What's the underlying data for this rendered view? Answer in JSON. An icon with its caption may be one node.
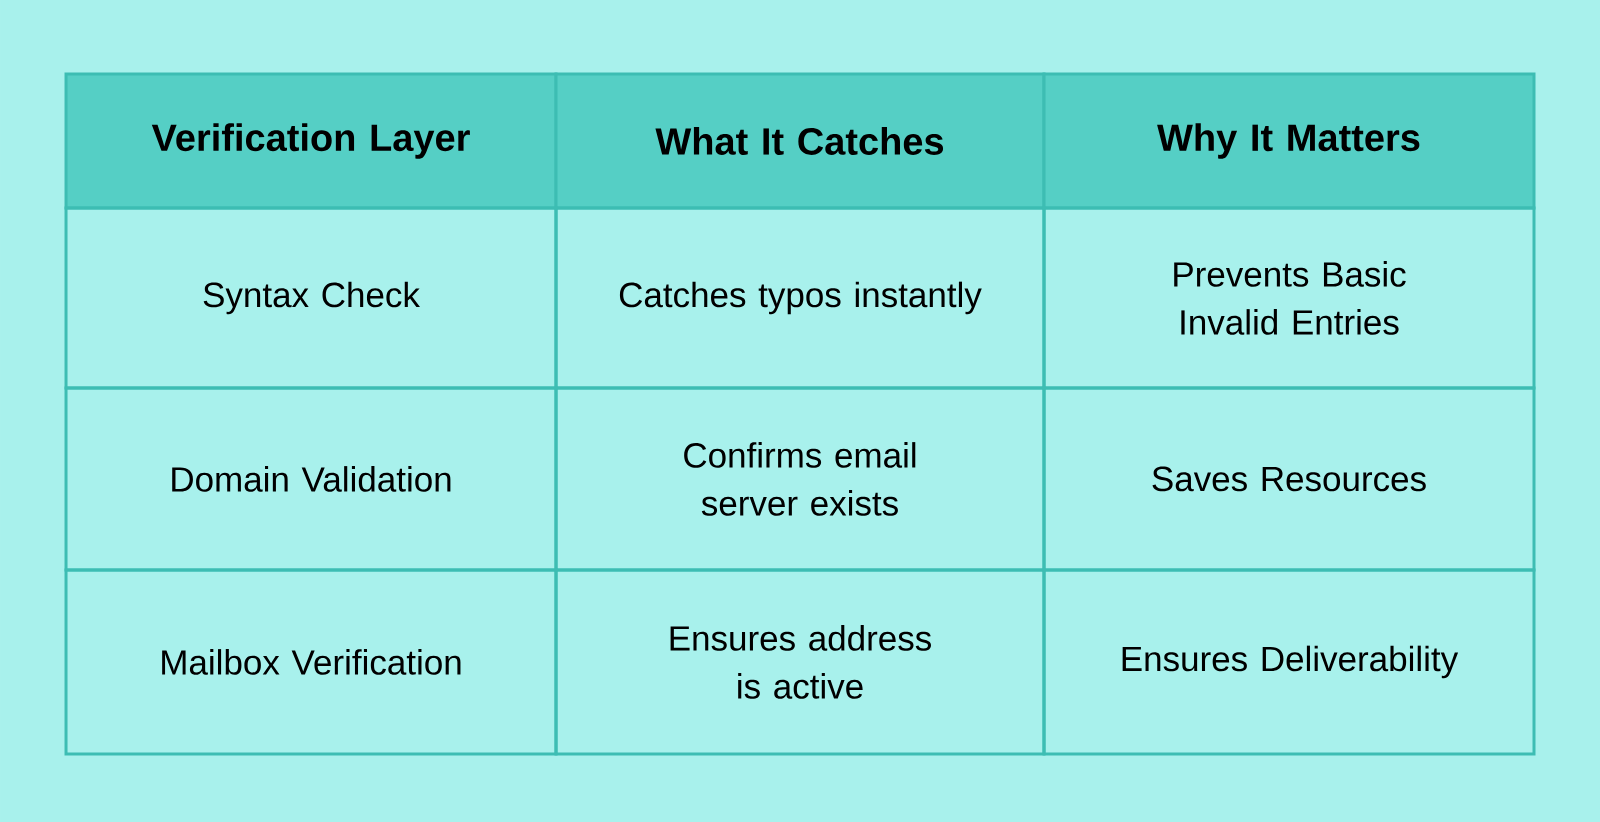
{
  "diagram": {
    "labels": [
      "Verification Layer",
      "What It Catches",
      "Why It Matters",
      "Syntax Check",
      "Catches typos instantly",
      "Prevents Basic Invalid Entries",
      "Domain Validation",
      "Confirms email server exists",
      "Saves Resources",
      "Mailbox Verification",
      "Ensures address is active",
      "Ensures Deliverability"
    ]
  }
}
